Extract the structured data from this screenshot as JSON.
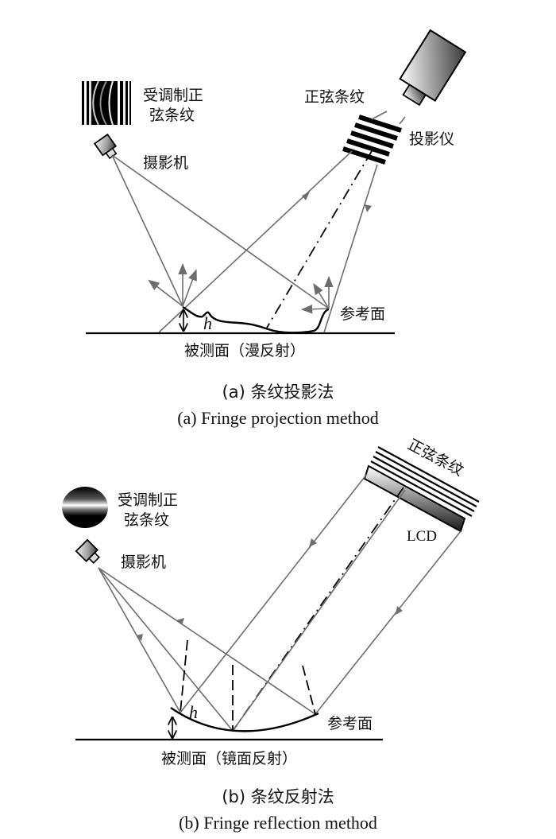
{
  "figure_a": {
    "modulated_fringe_label_line1": "受调制正",
    "modulated_fringe_label_line2": "弦条纹",
    "camera_label": "摄影机",
    "sine_fringe_label": "正弦条纹",
    "projector_label": "投影仪",
    "reference_plane_label": "参考面",
    "height_symbol": "h",
    "measured_surface_label": "被测面（漫反射）",
    "caption_zh": "(a) 条纹投影法",
    "caption_en": "(a) Fringe projection method"
  },
  "figure_b": {
    "modulated_fringe_label_line1": "受调制正",
    "modulated_fringe_label_line2": "弦条纹",
    "camera_label": "摄影机",
    "sine_fringe_label": "正弦条纹",
    "display_label": "LCD",
    "reference_plane_label": "参考面",
    "height_symbol": "h",
    "measured_surface_label": "被测面（镜面反射）",
    "caption_zh": "(b) 条纹反射法",
    "caption_en": "(b) Fringe reflection method"
  },
  "colors": {
    "ray": "#6d6d6d",
    "outline": "#000000",
    "background": "#ffffff"
  }
}
